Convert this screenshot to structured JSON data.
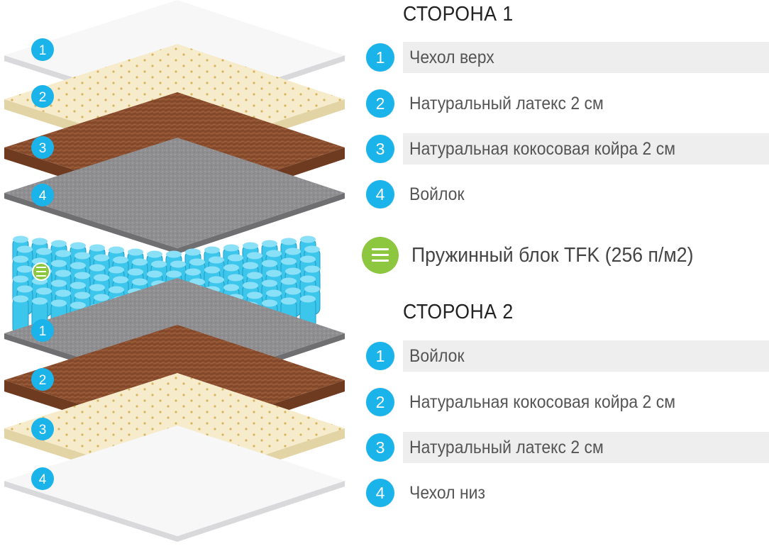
{
  "side1": {
    "title": "СТОРОНА 1",
    "layers": [
      {
        "num": "1",
        "label": "Чехол верх"
      },
      {
        "num": "2",
        "label": "Натуральный латекс 2 см"
      },
      {
        "num": "3",
        "label": "Натуральная кокосовая койра 2 см"
      },
      {
        "num": "4",
        "label": "Войлок"
      }
    ]
  },
  "spring_block": {
    "label": "Пружинный блок TFK (256 п/м2)",
    "icon": "stack-lines-icon"
  },
  "side2": {
    "title": "СТОРОНА 2",
    "layers": [
      {
        "num": "1",
        "label": "Войлок"
      },
      {
        "num": "2",
        "label": "Натуральная кокосовая койра 2 см"
      },
      {
        "num": "3",
        "label": "Натуральный латекс 2 см"
      },
      {
        "num": "4",
        "label": "Чехол низ"
      }
    ]
  },
  "colors": {
    "badge_blue": "#1ab3ea",
    "badge_green": "#8dc63f",
    "row_band": "#eeeeef",
    "cover": "#f7f7f8",
    "latex": "#f6eccb",
    "coir": "#8a4e2e",
    "felt": "#8f8f92",
    "springs": "#3cc6ec"
  }
}
